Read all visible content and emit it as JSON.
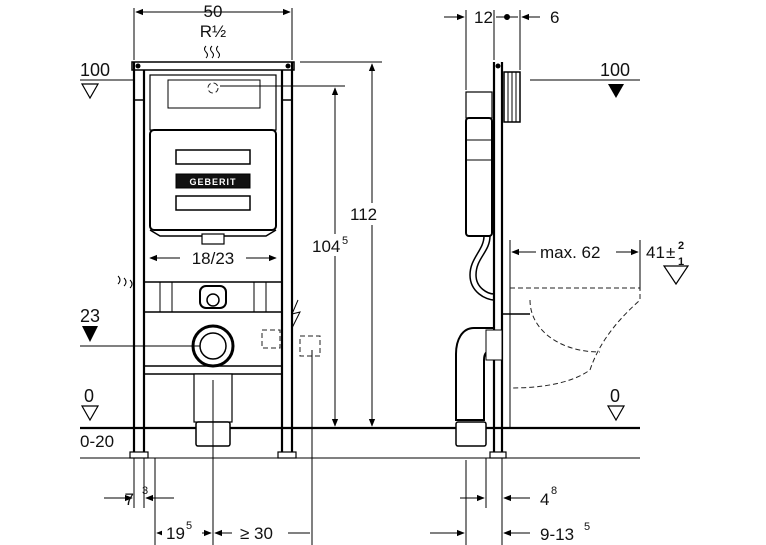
{
  "drawing": {
    "brand": "GEBERIT",
    "front_view": {
      "width": "50",
      "connection": "R½",
      "top_level": "100",
      "height_total": "112",
      "height_cistern_main": "104",
      "height_cistern_sup": "5",
      "bolt_spacing": "18/23",
      "drain_level": "23",
      "floor_level": "0",
      "floor_range": "0-20",
      "foot_main": "7",
      "foot_sup": "3",
      "offset_main": "19",
      "offset_sup": "5",
      "min_space": "≥ 30"
    },
    "side_view": {
      "depth_a": "12",
      "depth_b": "6",
      "top_level": "100",
      "bowl_projection": "max. 62",
      "bowl_height": "41",
      "tol_plus": "2",
      "tol_minus": "1",
      "tol_sign": "±",
      "floor_level": "0",
      "frame_offset_main": "4",
      "frame_offset_sup": "8",
      "wall_range_main": "9-13",
      "wall_range_sup": "5"
    }
  }
}
